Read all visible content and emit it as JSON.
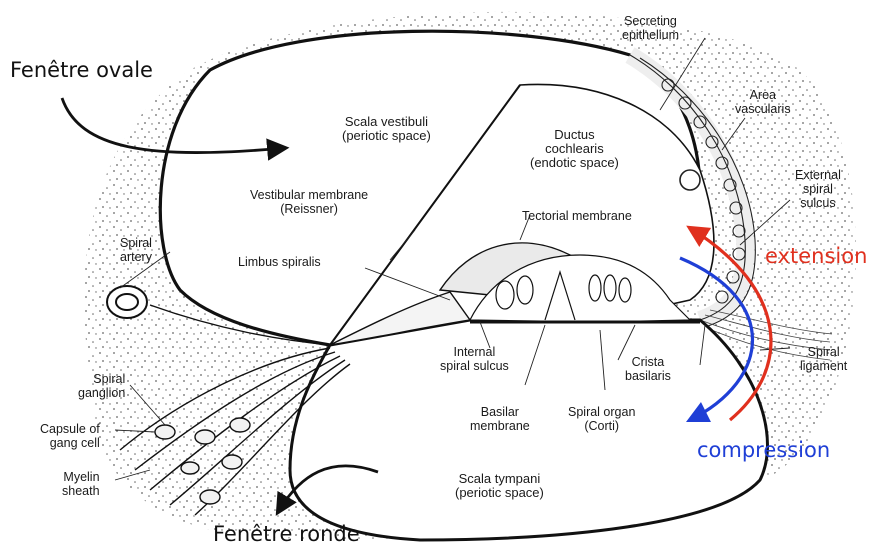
{
  "overlay": {
    "fenetre_ovale": "Fenêtre ovale",
    "fenetre_ronde": "Fenêtre ronde",
    "extension": "extension",
    "compression": "compression"
  },
  "colors": {
    "extension": "#e0301e",
    "compression": "#1f3fd6",
    "ink": "#1a1a1a"
  },
  "labels": {
    "secreting": [
      "Secreting",
      "epithelium"
    ],
    "area_vascularis": [
      "Area",
      "vascularis"
    ],
    "scala_vestibuli": [
      "Scala vestibuli",
      "(periotic space)"
    ],
    "ductus": [
      "Ductus",
      "cochlearis",
      "(endotic space)"
    ],
    "external_sulcus": [
      "External",
      "spiral",
      "sulcus"
    ],
    "vestibular_membrane": [
      "Vestibular membrane",
      "(Reissner)"
    ],
    "tectorial": "Tectorial membrane",
    "spiral_artery": [
      "Spiral",
      "artery"
    ],
    "limbus": "Limbus spiralis",
    "internal_sulcus": [
      "Internal",
      "spiral sulcus"
    ],
    "crista": [
      "Crista",
      "basilaris"
    ],
    "spiral_ligament": [
      "Spiral",
      "ligament"
    ],
    "spiral_ganglion": [
      "Spiral",
      "ganglion"
    ],
    "basilar": [
      "Basilar",
      "membrane"
    ],
    "spiral_organ": [
      "Spiral organ",
      "(Corti)"
    ],
    "capsule": [
      "Capsule of",
      "gang cell"
    ],
    "myelin": [
      "Myelin",
      "sheath"
    ],
    "scala_tympani": [
      "Scala tympani",
      "(periotic space)"
    ]
  }
}
